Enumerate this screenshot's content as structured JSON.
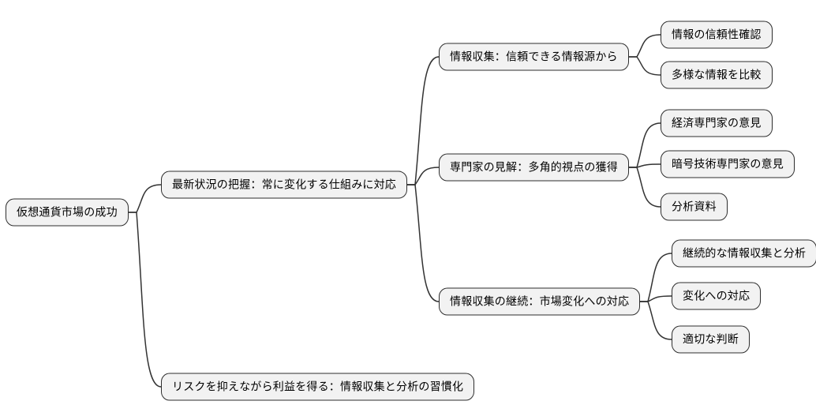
{
  "diagram": {
    "type": "mindmap",
    "colors": {
      "background": "#ffffff",
      "node_fill": "#f2f2f2",
      "node_border": "#2e2e2e",
      "edge_line": "#333333",
      "text": "#000000"
    },
    "root": {
      "id": "root",
      "label": "仮想通貨市場の成功",
      "children": [
        {
          "id": "latest-status",
          "label": "最新状況の把握：常に変化する仕組みに対応",
          "children": [
            {
              "id": "info-gathering",
              "label": "情報収集：信頼できる情報源から",
              "children": [
                {
                  "id": "reliability-check",
                  "label": "情報の信頼性確認",
                  "children": []
                },
                {
                  "id": "compare-sources",
                  "label": "多様な情報を比較",
                  "children": []
                }
              ]
            },
            {
              "id": "expert-views",
              "label": "専門家の見解：多角的視点の獲得",
              "children": [
                {
                  "id": "economist-opinion",
                  "label": "経済専門家の意見",
                  "children": []
                },
                {
                  "id": "crypto-expert-opinion",
                  "label": "暗号技術専門家の意見",
                  "children": []
                },
                {
                  "id": "analysis-materials",
                  "label": "分析資料",
                  "children": []
                }
              ]
            },
            {
              "id": "continuous-gathering",
              "label": "情報収集の継続：市場変化への対応",
              "children": [
                {
                  "id": "continuous-analysis",
                  "label": "継続的な情報収集と分析",
                  "children": []
                },
                {
                  "id": "adapt-to-change",
                  "label": "変化への対応",
                  "children": []
                },
                {
                  "id": "appropriate-judgment",
                  "label": "適切な判断",
                  "children": []
                }
              ]
            }
          ]
        },
        {
          "id": "risk-habit",
          "label": "リスクを抑えながら利益を得る：情報収集と分析の習慣化",
          "children": []
        }
      ]
    }
  }
}
